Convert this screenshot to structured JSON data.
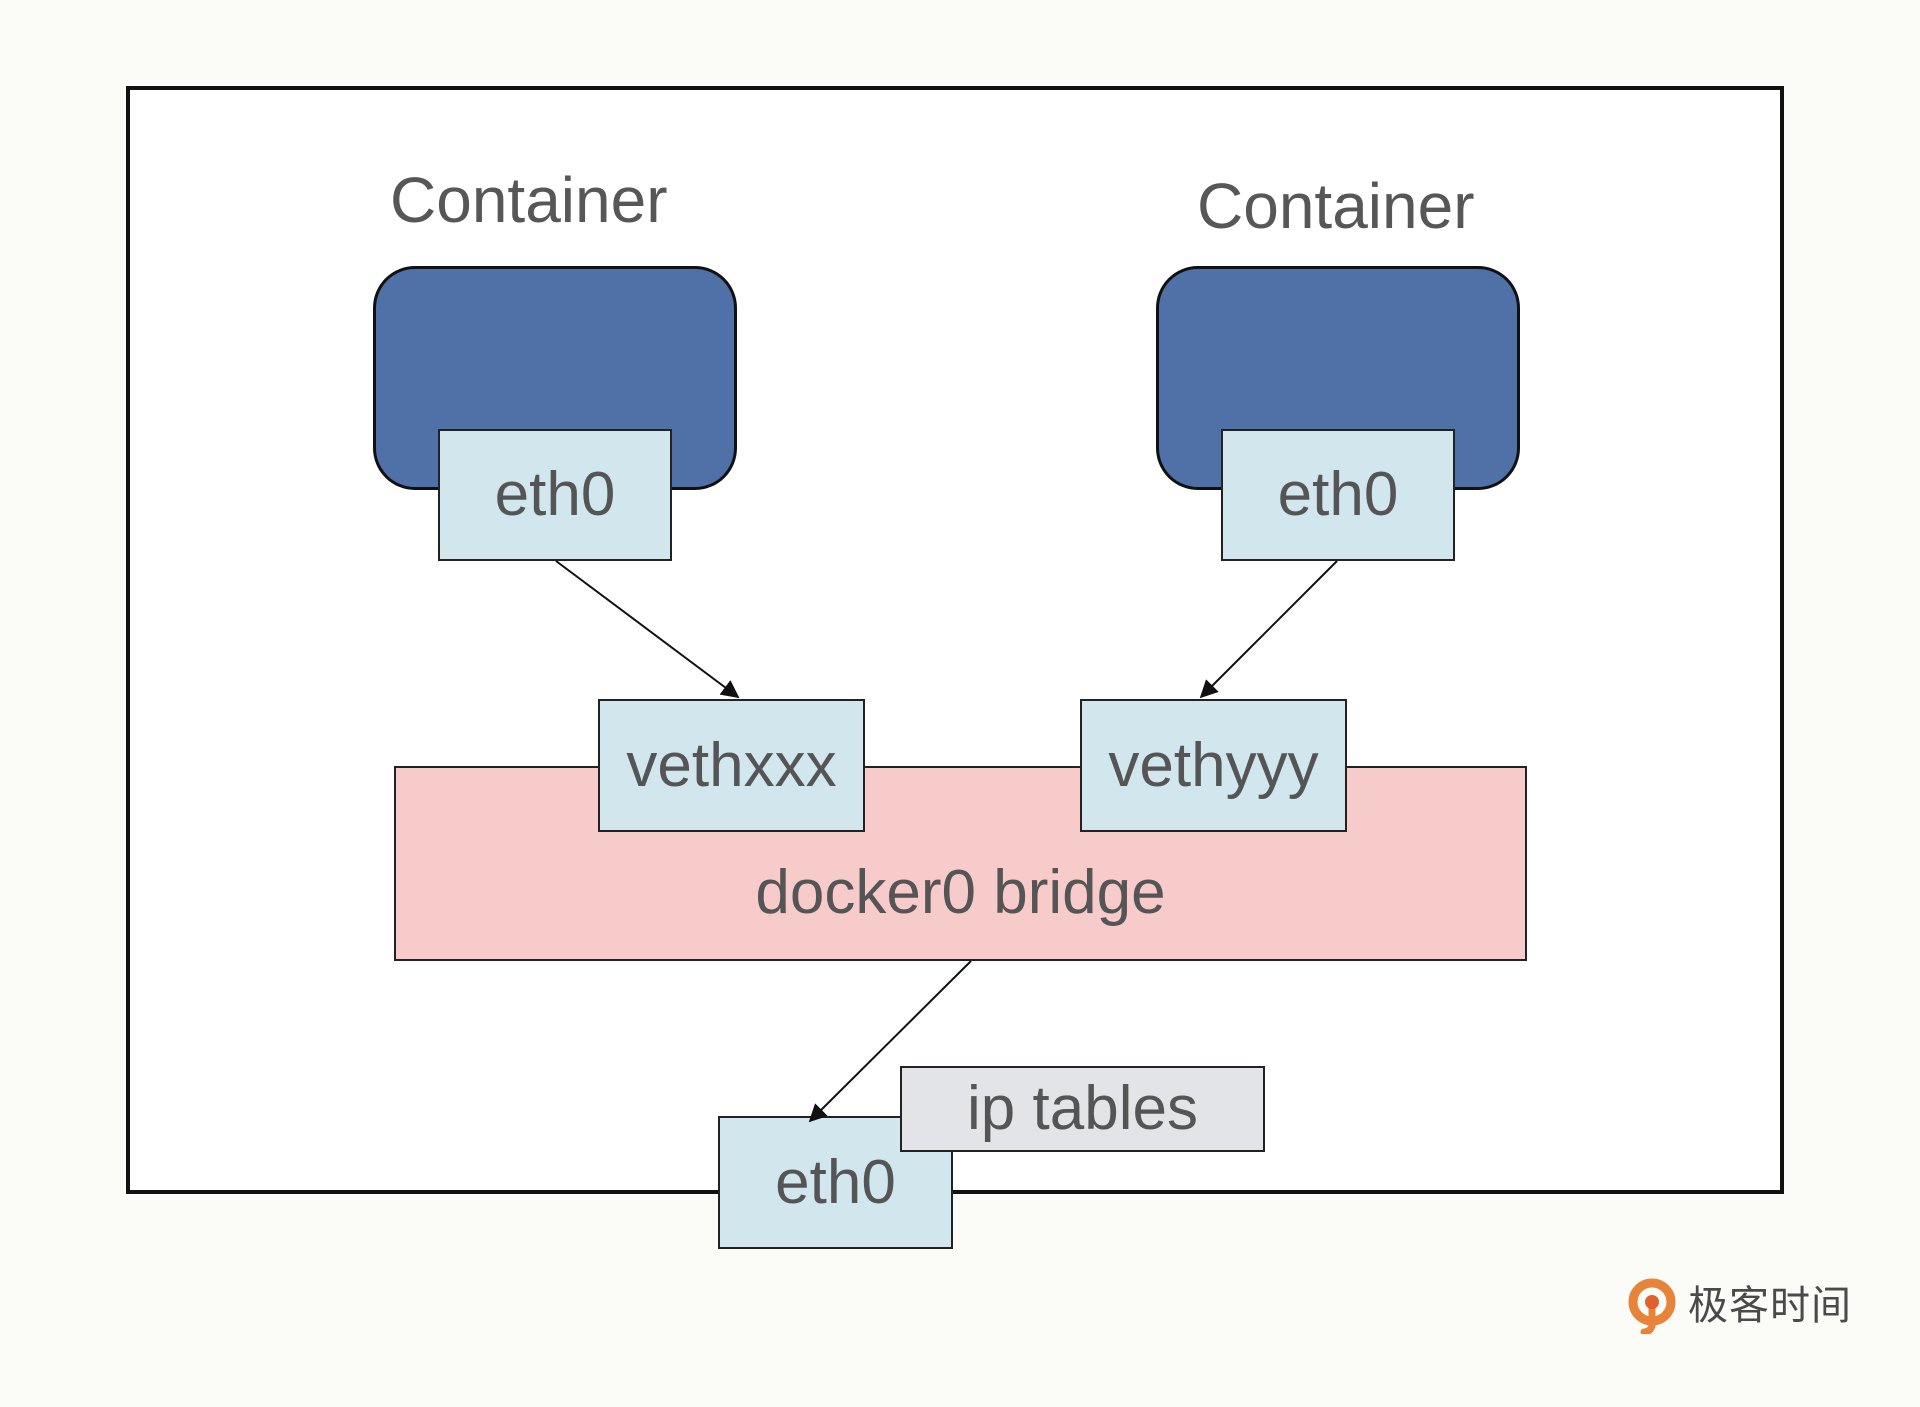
{
  "diagram": {
    "containers": [
      {
        "title": "Container",
        "nic": "eth0"
      },
      {
        "title": "Container",
        "nic": "eth0"
      }
    ],
    "veths": [
      "vethxxx",
      "vethyyy"
    ],
    "bridge": "docker0 bridge",
    "host_nic": "eth0",
    "iptables": "ip tables",
    "colors": {
      "container": "#4f71a7",
      "nic": "#d2e6ee",
      "bridge": "#f8cbcb",
      "iptables": "#e2e4e8",
      "text": "#575757"
    }
  },
  "logo": {
    "text": "极客时间",
    "icon": "geektime-logo-icon"
  }
}
